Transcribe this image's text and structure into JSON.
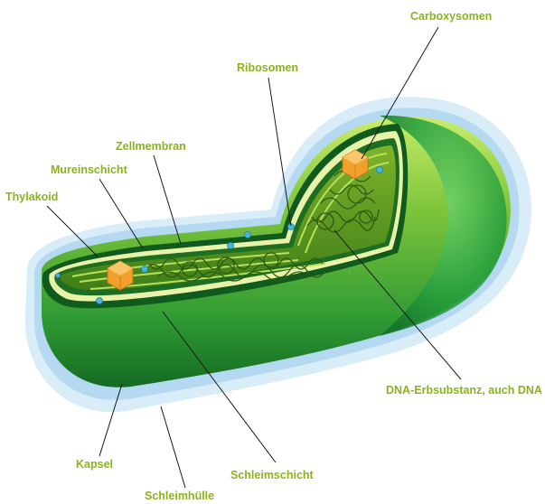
{
  "colors": {
    "label": "#8ab41e",
    "leader": "#1a1a1a",
    "capsule": "#d8ecf8",
    "slime": "#b9dcf2",
    "body_light": "#a6d93a",
    "body_dark": "#1f7a24",
    "inner": "#4f8f1e",
    "dna": "#2d5a10",
    "carboxysome": "#f2a02c",
    "ribosome": "#49b6e0"
  },
  "labels": {
    "carboxysomen": "Carboxysomen",
    "ribosomen": "Ribosomen",
    "zellmembran": "Zellmembran",
    "mureinschicht": "Mureinschicht",
    "thylakoid": "Thylakoid",
    "dna": "DNA-Erbsubstanz, auch DNA",
    "kapsel": "Kapsel",
    "schleimschicht": "Schleimschicht",
    "schleimhuelle": "Schleimhülle"
  }
}
